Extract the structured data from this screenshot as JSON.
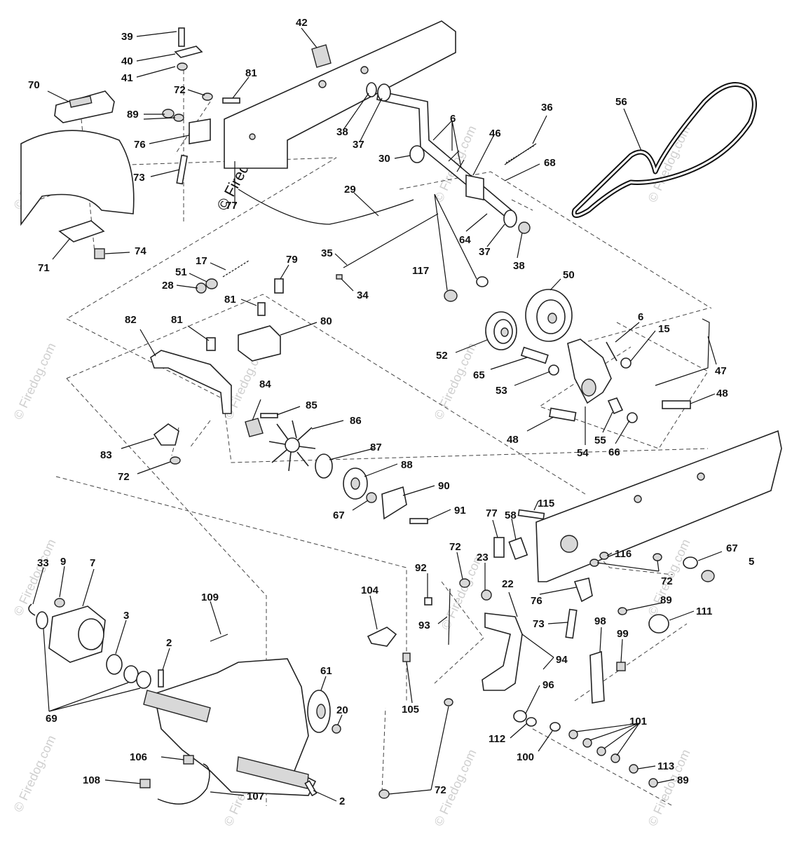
{
  "watermark": {
    "text": "© Firedog.com",
    "color": "#cfcfcf"
  },
  "labels": [
    {
      "n": "39"
    },
    {
      "n": "40"
    },
    {
      "n": "41"
    },
    {
      "n": "42"
    },
    {
      "n": "70"
    },
    {
      "n": "72"
    },
    {
      "n": "81"
    },
    {
      "n": "89"
    },
    {
      "n": "76"
    },
    {
      "n": "73"
    },
    {
      "n": "77"
    },
    {
      "n": "71"
    },
    {
      "n": "74"
    },
    {
      "n": "38"
    },
    {
      "n": "37"
    },
    {
      "n": "30"
    },
    {
      "n": "6"
    },
    {
      "n": "46"
    },
    {
      "n": "36"
    },
    {
      "n": "68"
    },
    {
      "n": "56"
    },
    {
      "n": "29"
    },
    {
      "n": "64"
    },
    {
      "n": "37"
    },
    {
      "n": "38"
    },
    {
      "n": "17"
    },
    {
      "n": "79"
    },
    {
      "n": "51"
    },
    {
      "n": "28"
    },
    {
      "n": "35"
    },
    {
      "n": "34"
    },
    {
      "n": "81"
    },
    {
      "n": "117"
    },
    {
      "n": "50"
    },
    {
      "n": "82"
    },
    {
      "n": "81"
    },
    {
      "n": "80"
    },
    {
      "n": "6"
    },
    {
      "n": "15"
    },
    {
      "n": "52"
    },
    {
      "n": "65"
    },
    {
      "n": "47"
    },
    {
      "n": "53"
    },
    {
      "n": "84"
    },
    {
      "n": "85"
    },
    {
      "n": "86"
    },
    {
      "n": "48"
    },
    {
      "n": "48"
    },
    {
      "n": "55"
    },
    {
      "n": "66"
    },
    {
      "n": "54"
    },
    {
      "n": "83"
    },
    {
      "n": "87"
    },
    {
      "n": "72"
    },
    {
      "n": "88"
    },
    {
      "n": "90"
    },
    {
      "n": "67"
    },
    {
      "n": "91"
    },
    {
      "n": "115"
    },
    {
      "n": "77"
    },
    {
      "n": "58"
    },
    {
      "n": "33"
    },
    {
      "n": "9"
    },
    {
      "n": "7"
    },
    {
      "n": "92"
    },
    {
      "n": "72"
    },
    {
      "n": "23"
    },
    {
      "n": "116"
    },
    {
      "n": "67"
    },
    {
      "n": "5"
    },
    {
      "n": "72"
    },
    {
      "n": "22"
    },
    {
      "n": "109"
    },
    {
      "n": "104"
    },
    {
      "n": "76"
    },
    {
      "n": "89"
    },
    {
      "n": "3"
    },
    {
      "n": "93"
    },
    {
      "n": "111"
    },
    {
      "n": "73"
    },
    {
      "n": "98"
    },
    {
      "n": "99"
    },
    {
      "n": "2"
    },
    {
      "n": "61"
    },
    {
      "n": "20"
    },
    {
      "n": "94"
    },
    {
      "n": "96"
    },
    {
      "n": "69"
    },
    {
      "n": "105"
    },
    {
      "n": "101"
    },
    {
      "n": "112"
    },
    {
      "n": "100"
    },
    {
      "n": "106"
    },
    {
      "n": "113"
    },
    {
      "n": "89"
    },
    {
      "n": "108"
    },
    {
      "n": "107"
    },
    {
      "n": "2"
    },
    {
      "n": "72"
    }
  ]
}
